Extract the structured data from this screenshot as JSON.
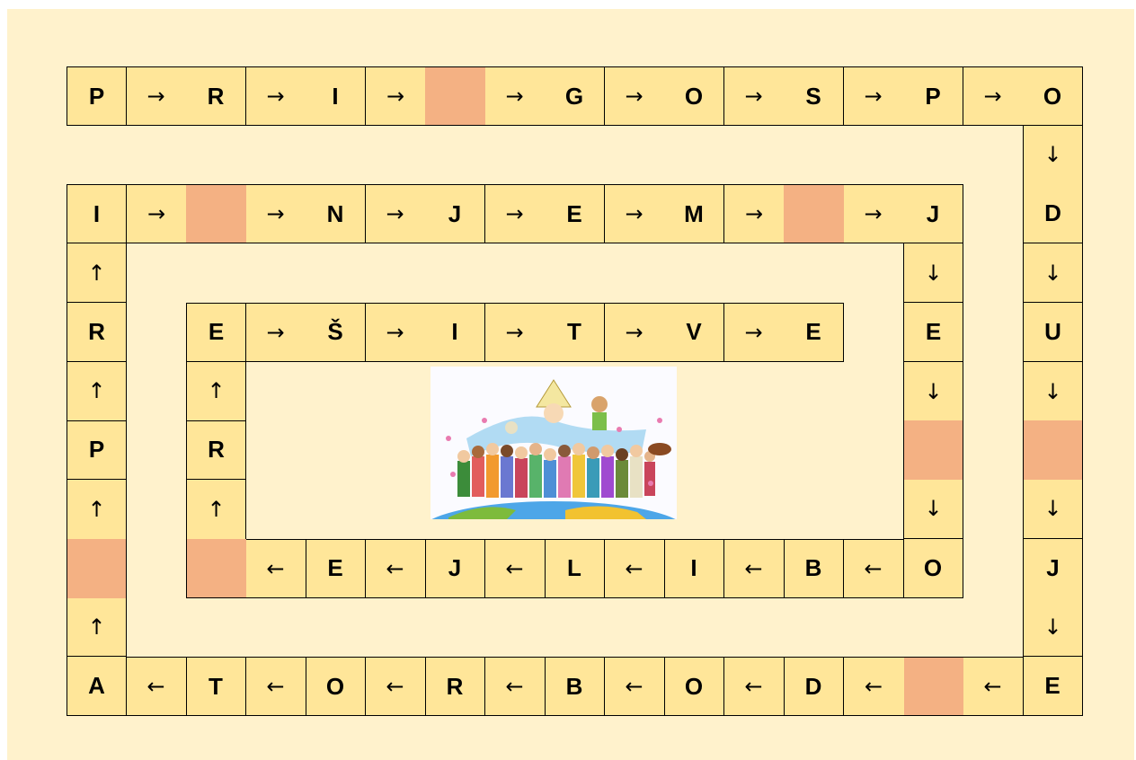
{
  "title": "",
  "colors": {
    "background": "#fff2cc",
    "cell": "#ffe699",
    "blank_cell": "#f4b183",
    "border": "#000000"
  },
  "path": [
    {
      "r": 0,
      "c": 0,
      "t": "P"
    },
    {
      "r": 0,
      "c": 1,
      "t": "→"
    },
    {
      "r": 0,
      "c": 2,
      "t": "R"
    },
    {
      "r": 0,
      "c": 3,
      "t": "→"
    },
    {
      "r": 0,
      "c": 4,
      "t": "I"
    },
    {
      "r": 0,
      "c": 5,
      "t": "→"
    },
    {
      "r": 0,
      "c": 6,
      "t": ""
    },
    {
      "r": 0,
      "c": 7,
      "t": "→"
    },
    {
      "r": 0,
      "c": 8,
      "t": "G"
    },
    {
      "r": 0,
      "c": 9,
      "t": "→"
    },
    {
      "r": 0,
      "c": 10,
      "t": "O"
    },
    {
      "r": 0,
      "c": 11,
      "t": "→"
    },
    {
      "r": 0,
      "c": 12,
      "t": "S"
    },
    {
      "r": 0,
      "c": 13,
      "t": "→"
    },
    {
      "r": 0,
      "c": 14,
      "t": "P"
    },
    {
      "r": 0,
      "c": 15,
      "t": "→"
    },
    {
      "r": 0,
      "c": 16,
      "t": "O"
    },
    {
      "r": 1,
      "c": 16,
      "t": "↓"
    },
    {
      "r": 2,
      "c": 16,
      "t": "D"
    },
    {
      "r": 3,
      "c": 16,
      "t": "↓"
    },
    {
      "r": 4,
      "c": 16,
      "t": "U"
    },
    {
      "r": 5,
      "c": 16,
      "t": "↓"
    },
    {
      "r": 6,
      "c": 16,
      "t": ""
    },
    {
      "r": 7,
      "c": 16,
      "t": "↓"
    },
    {
      "r": 8,
      "c": 16,
      "t": "J"
    },
    {
      "r": 9,
      "c": 16,
      "t": "↓"
    },
    {
      "r": 10,
      "c": 16,
      "t": "E"
    },
    {
      "r": 10,
      "c": 15,
      "t": "←"
    },
    {
      "r": 10,
      "c": 14,
      "t": ""
    },
    {
      "r": 10,
      "c": 13,
      "t": "←"
    },
    {
      "r": 10,
      "c": 12,
      "t": "D"
    },
    {
      "r": 10,
      "c": 11,
      "t": "←"
    },
    {
      "r": 10,
      "c": 10,
      "t": "O"
    },
    {
      "r": 10,
      "c": 9,
      "t": "←"
    },
    {
      "r": 10,
      "c": 8,
      "t": "B"
    },
    {
      "r": 10,
      "c": 7,
      "t": "←"
    },
    {
      "r": 10,
      "c": 6,
      "t": "R"
    },
    {
      "r": 10,
      "c": 5,
      "t": "←"
    },
    {
      "r": 10,
      "c": 4,
      "t": "O"
    },
    {
      "r": 10,
      "c": 3,
      "t": "←"
    },
    {
      "r": 10,
      "c": 2,
      "t": "T"
    },
    {
      "r": 10,
      "c": 1,
      "t": "←"
    },
    {
      "r": 10,
      "c": 0,
      "t": "A"
    },
    {
      "r": 9,
      "c": 0,
      "t": "↑"
    },
    {
      "r": 8,
      "c": 0,
      "t": ""
    },
    {
      "r": 7,
      "c": 0,
      "t": "↑"
    },
    {
      "r": 6,
      "c": 0,
      "t": "P"
    },
    {
      "r": 5,
      "c": 0,
      "t": "↑"
    },
    {
      "r": 4,
      "c": 0,
      "t": "R"
    },
    {
      "r": 3,
      "c": 0,
      "t": "↑"
    },
    {
      "r": 2,
      "c": 0,
      "t": "I"
    },
    {
      "r": 2,
      "c": 1,
      "t": "→"
    },
    {
      "r": 2,
      "c": 2,
      "t": ""
    },
    {
      "r": 2,
      "c": 3,
      "t": "→"
    },
    {
      "r": 2,
      "c": 4,
      "t": "N"
    },
    {
      "r": 2,
      "c": 5,
      "t": "→"
    },
    {
      "r": 2,
      "c": 6,
      "t": "J"
    },
    {
      "r": 2,
      "c": 7,
      "t": "→"
    },
    {
      "r": 2,
      "c": 8,
      "t": "E"
    },
    {
      "r": 2,
      "c": 9,
      "t": "→"
    },
    {
      "r": 2,
      "c": 10,
      "t": "M"
    },
    {
      "r": 2,
      "c": 11,
      "t": "→"
    },
    {
      "r": 2,
      "c": 12,
      "t": ""
    },
    {
      "r": 2,
      "c": 13,
      "t": "→"
    },
    {
      "r": 2,
      "c": 14,
      "t": "J"
    },
    {
      "r": 3,
      "c": 14,
      "t": "↓"
    },
    {
      "r": 4,
      "c": 14,
      "t": "E"
    },
    {
      "r": 5,
      "c": 14,
      "t": "↓"
    },
    {
      "r": 6,
      "c": 14,
      "t": ""
    },
    {
      "r": 7,
      "c": 14,
      "t": "↓"
    },
    {
      "r": 8,
      "c": 14,
      "t": "O"
    },
    {
      "r": 8,
      "c": 13,
      "t": "←"
    },
    {
      "r": 8,
      "c": 12,
      "t": "B"
    },
    {
      "r": 8,
      "c": 11,
      "t": "←"
    },
    {
      "r": 8,
      "c": 10,
      "t": "I"
    },
    {
      "r": 8,
      "c": 9,
      "t": "←"
    },
    {
      "r": 8,
      "c": 8,
      "t": "L"
    },
    {
      "r": 8,
      "c": 7,
      "t": "←"
    },
    {
      "r": 8,
      "c": 6,
      "t": "J"
    },
    {
      "r": 8,
      "c": 5,
      "t": "←"
    },
    {
      "r": 8,
      "c": 4,
      "t": "E"
    },
    {
      "r": 8,
      "c": 3,
      "t": "←"
    },
    {
      "r": 8,
      "c": 2,
      "t": ""
    },
    {
      "r": 7,
      "c": 2,
      "t": "↑"
    },
    {
      "r": 6,
      "c": 2,
      "t": "R"
    },
    {
      "r": 5,
      "c": 2,
      "t": "↑"
    },
    {
      "r": 4,
      "c": 2,
      "t": "E"
    },
    {
      "r": 4,
      "c": 3,
      "t": "→"
    },
    {
      "r": 4,
      "c": 4,
      "t": "Š"
    },
    {
      "r": 4,
      "c": 5,
      "t": "→"
    },
    {
      "r": 4,
      "c": 6,
      "t": "I"
    },
    {
      "r": 4,
      "c": 7,
      "t": "→"
    },
    {
      "r": 4,
      "c": 8,
      "t": "T"
    },
    {
      "r": 4,
      "c": 9,
      "t": "→"
    },
    {
      "r": 4,
      "c": 10,
      "t": "V"
    },
    {
      "r": 4,
      "c": 11,
      "t": "→"
    },
    {
      "r": 4,
      "c": 12,
      "t": "E"
    }
  ],
  "picture": {
    "icon": "crowd-of-people-around-globe-illustration"
  }
}
